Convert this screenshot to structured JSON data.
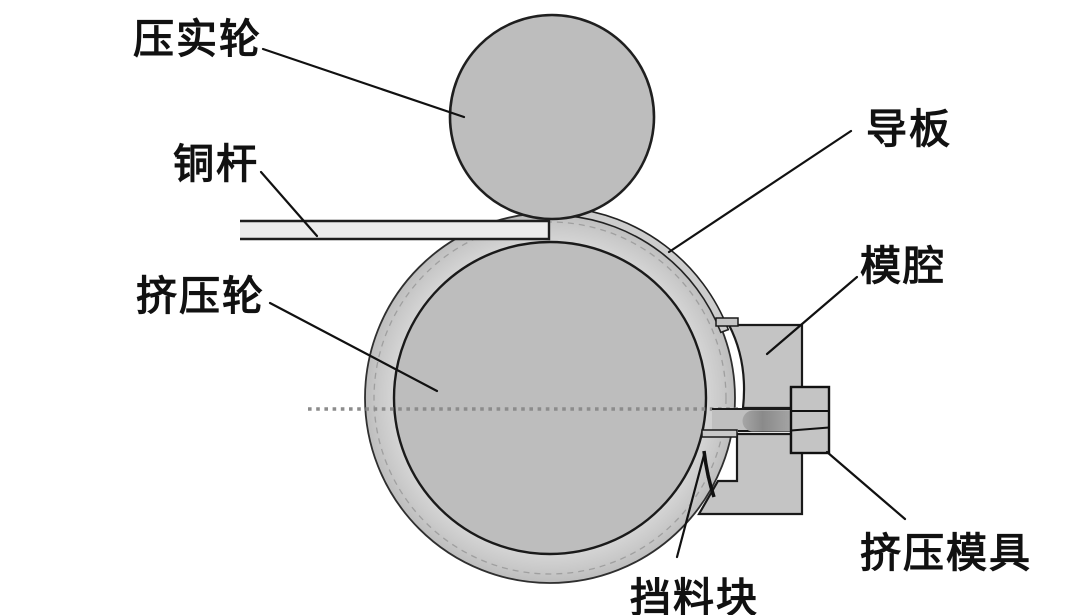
{
  "diagram": {
    "type": "technical-schematic",
    "subject": "continuous-extrusion-machine-cross-section",
    "labels": {
      "compaction_wheel": "压实轮",
      "copper_rod": "铜杆",
      "extrusion_wheel": "挤压轮",
      "guide_plate": "导板",
      "die_cavity": "模腔",
      "extrusion_die": "挤压模具",
      "blocking_block": "挡料块"
    },
    "colors": {
      "background": "#ffffff",
      "machine_gray": "#bdbdbd",
      "band_gray": "#c9c9c9",
      "block_gray": "#c4c4c4",
      "sliver_gray": "#c8c8c8",
      "channel_gray": "#bfbfbf",
      "rod_light": "#ededed",
      "copper_dark": "#8f8f8f",
      "copper_tip": "#4f4f4f",
      "outline": "#1a1a1a",
      "leader": "#111111",
      "centerline": "#8c8c8c"
    }
  }
}
